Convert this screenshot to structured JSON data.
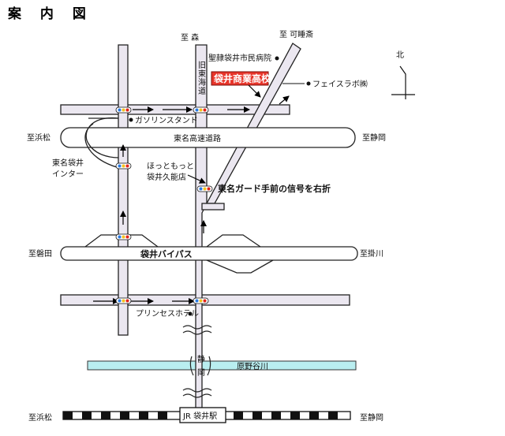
{
  "title": "案 内 図",
  "north": "北",
  "school": "袋井商業高校",
  "colors": {
    "school_bg": "#e8352a",
    "river": "#b9eef0",
    "road_fill": "#ebe7f0"
  },
  "roads": {
    "tomei_expressway": "東名高速道路",
    "fukuroi_bypass": "袋井バイパス",
    "kyu_shukaido": "旧東海道",
    "haranoya_river": "原野谷川",
    "shizuoka_road": "静岡"
  },
  "directions": {
    "to_mori": "至 森",
    "to_kaso": "至 可睡斎",
    "to_hamamatsu_top": "至浜松",
    "to_shizuoka_top": "至静岡",
    "to_iwata": "至磐田",
    "to_kakegawa": "至掛川",
    "to_hamamatsu_bottom": "至浜松",
    "to_shizuoka_bottom": "至静岡"
  },
  "landmarks": {
    "hospital": "聖隷袋井市民病院",
    "faceslab": "フェイスラボ㈱",
    "gas_station": "ガソリンスタンド",
    "tomei_ic": [
      "東名袋井",
      "インター"
    ],
    "hottomotto": [
      "ほっともっと",
      "袋井久能店"
    ],
    "princess_hotel": "プリンセスホテル",
    "station": "JR 袋井駅"
  },
  "instruction": "東名ガード手前の信号を右折"
}
